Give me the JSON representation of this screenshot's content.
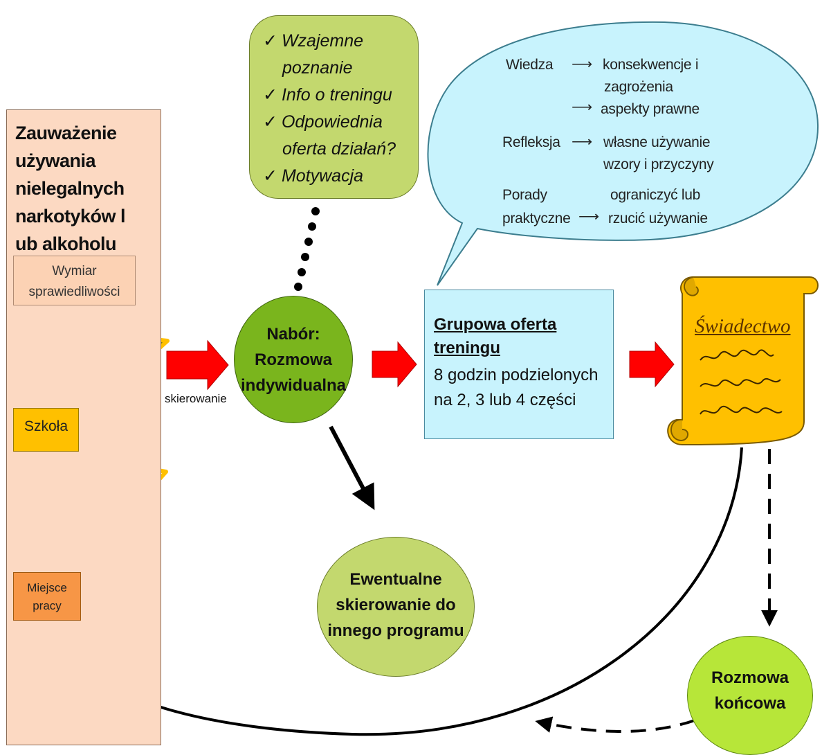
{
  "left": {
    "title": [
      "Zauważenie",
      "używania",
      "nielegalnych",
      "narkotyków l",
      "ub alkoholu"
    ],
    "justice": "Wymiar sprawiedliwości",
    "school": "Szkoła",
    "work": "Miejsce pracy"
  },
  "checklist": {
    "items": [
      "Wzajemne",
      "poznanie",
      "Info o treningu",
      "Odpowiednia",
      "oferta działań?",
      "Motywacja"
    ]
  },
  "bubble": {
    "wiedza": "Wiedza",
    "konsekwencje": "konsekwencje i",
    "zagrozenia": "zagrożenia",
    "aspekty": "aspekty prawne",
    "refleksja": "Refleksja",
    "wlasne": "własne używanie",
    "wzory": "wzory i przyczyny",
    "porady": "Porady",
    "praktyczne": "praktyczne",
    "ograniczyc": "ograniczyć lub",
    "rzucic": "rzucić używanie"
  },
  "referral_label": "skierowanie",
  "nabor": "Nabór: Rozmowa indywidualna",
  "blue": {
    "title": "Grupowa oferta treningu",
    "desc": "8 godzin podzielonych na 2, 3 lub 4 części"
  },
  "certificate": "Świadectwo",
  "alternative": "Ewentualne skierowanie do innego programu",
  "final": "Rozmowa końcowa",
  "colors": {
    "panel": "#fcd9c2",
    "green_box": "#c3d86e",
    "nabor": "#7ab51d",
    "final": "#b7e639",
    "blue": "#c8f3fd",
    "scroll": "#ffc000",
    "arrow": "#ff0000",
    "star": "#ffc000",
    "star_dark": "#6b6b1f"
  },
  "icons": [
    "motorcycle-crash-icon",
    "beer-mug-icon",
    "check-icon",
    "arrow-right-icon"
  ]
}
